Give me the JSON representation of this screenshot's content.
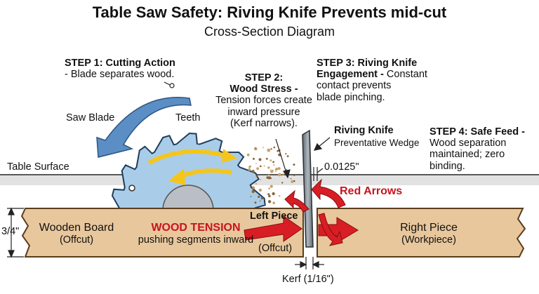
{
  "title": "Table Saw Safety: Riving Knife Prevents mid-cut",
  "subtitle": "Cross-Section Diagram",
  "steps": {
    "s1_head": "STEP 1: Cutting Action",
    "s1_body": "- Blade separates wood.",
    "s2_head1": "STEP 2:",
    "s2_head2": "Wood Stress -",
    "s2_body1": "Tension forces create",
    "s2_body2": "inward pressure",
    "s2_body3": "(Kerf narrows).",
    "s3_head1": "STEP 3: Riving Knife",
    "s3_head2": "Engagement -",
    "s3_body1": " Constant",
    "s3_body2": "contact prevents",
    "s3_body3": "blade pinching.",
    "s4_head": "STEP 4: Safe Feed -",
    "s4_body1": "Wood separation",
    "s4_body2": "maintained; zero",
    "s4_body3": "binding."
  },
  "labels": {
    "saw_blade": "Saw Blade",
    "teeth": "Teeth",
    "table_surface": "Table Surface",
    "riving_knife": "Riving Knife",
    "preventative_wedge": "Preventative Wedge",
    "gap": "0.0125\"",
    "red_arrows": "Red Arrows",
    "thickness": "3/4\"",
    "wooden_board": "Wooden Board",
    "offcut": "(Offcut)",
    "wood_tension": "WOOD TENSION",
    "pushing": "pushing segments inward",
    "left_piece": "Left Piece",
    "left_offcut": "(Offcut)",
    "right_piece": "Right Piece",
    "workpiece": "(Workpiece)",
    "kerf": "Kerf (1/16\")"
  },
  "colors": {
    "wood": "#e8c79c",
    "blade": "#a9cde8",
    "blade_dark": "#1f3d5c",
    "arrow_blue": "#5b8ec4",
    "arrow_yellow": "#f6c51b",
    "arrow_red": "#d81e25",
    "knife": "#7f8a92"
  }
}
